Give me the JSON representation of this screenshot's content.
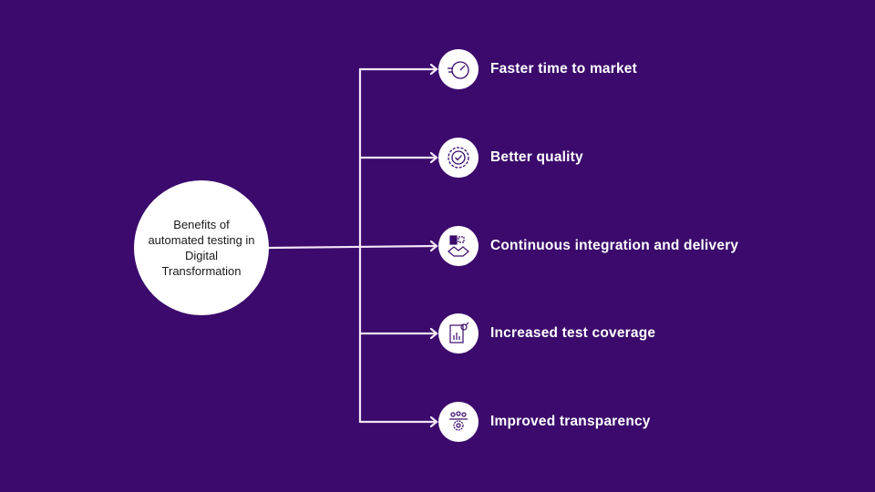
{
  "center": {
    "title": "Benefits of automated testing in Digital Transformation"
  },
  "colors": {
    "background": "#3b0a6c",
    "line": "#f3e6f7",
    "node": "#ffffff",
    "icon": "#3b0a6c"
  },
  "benefits": [
    {
      "label": "Faster time to market",
      "icon": "speedometer-icon"
    },
    {
      "label": "Better quality",
      "icon": "quality-badge-icon"
    },
    {
      "label": "Continuous integration and delivery",
      "icon": "puzzle-handshake-icon"
    },
    {
      "label": "Increased test coverage",
      "icon": "report-chart-icon"
    },
    {
      "label": "Improved transparency",
      "icon": "team-gear-icon"
    }
  ]
}
